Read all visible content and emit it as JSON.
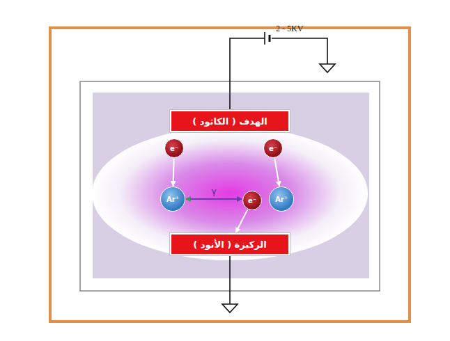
{
  "diagram": {
    "nodes": [
      {
        "text": [
          "الهدف ( الكاثود )"
        ]
      },
      {
        "text": [
          "e⁻"
        ]
      },
      {
        "text": [
          "e⁻"
        ]
      },
      {
        "text": [
          "Ar⁺"
        ]
      },
      {
        "text": [
          "e⁻"
        ]
      },
      {
        "text": [
          "Ar⁺"
        ]
      },
      {
        "text": [
          "الركيزة ( الأنود )"
        ]
      }
    ],
    "edges": [
      {
        "from": 1,
        "to": 3,
        "arrow": "to"
      },
      {
        "from": 2,
        "to": 5,
        "arrow": "to"
      },
      {
        "from": 3,
        "to": 4,
        "label": "γ",
        "arrow": "both"
      },
      {
        "from": 4,
        "to": 6,
        "arrow": "to"
      }
    ],
    "labels": [
      "2 - 5KV"
    ]
  }
}
